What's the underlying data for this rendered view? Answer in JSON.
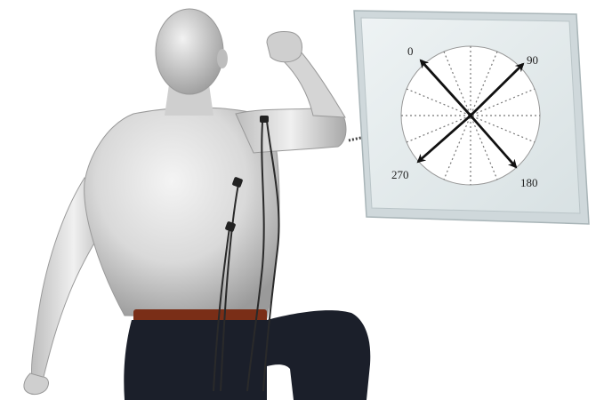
{
  "target": {
    "labels": [
      {
        "id": "deg0",
        "text": "0"
      },
      {
        "id": "deg90",
        "text": "90"
      },
      {
        "id": "deg180",
        "text": "180"
      },
      {
        "id": "deg270",
        "text": "270"
      }
    ]
  },
  "colors": {
    "skin_light": "#efefef",
    "skin_mid": "#c9c9c9",
    "skin_dark": "#8e8e8e",
    "pants": "#1b1f2a",
    "belt": "#7a2e17",
    "board_frame": "#d4dde0",
    "board_face": "#e6ecee",
    "circle_fill": "#ffffff",
    "arrow": "#111111",
    "electrode_wire": "#2a2a2a"
  },
  "icons": {
    "laser_beam": "laser-beam-dotted-line",
    "electrodes": "emg-electrode-icon"
  }
}
